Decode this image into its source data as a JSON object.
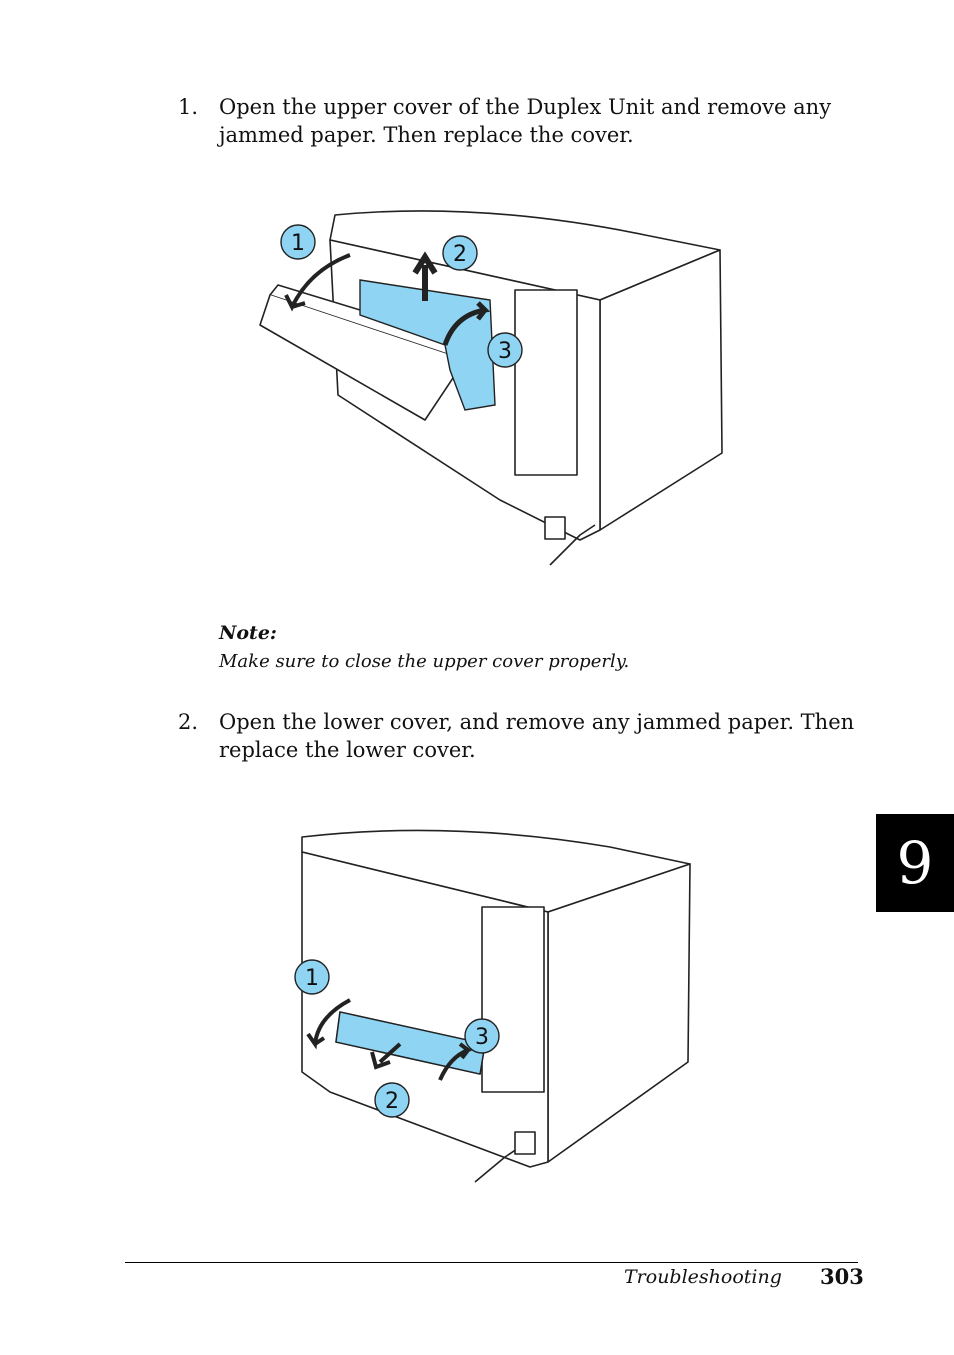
{
  "steps": [
    {
      "number": "1.",
      "text": "Open the upper cover of the Duplex Unit and remove any jammed paper. Then replace the cover."
    },
    {
      "number": "2.",
      "text": "Open the lower cover, and remove any jammed paper. Then replace the lower cover."
    }
  ],
  "note": {
    "title": "Note:",
    "body": "Make sure to close the upper cover properly."
  },
  "illustration1": {
    "callouts": [
      "1",
      "2",
      "3"
    ]
  },
  "illustration2": {
    "callouts": [
      "1",
      "2",
      "3"
    ]
  },
  "chapter_tab": "9",
  "footer": {
    "section": "Troubleshooting",
    "page_number": "303"
  },
  "colors": {
    "paper_highlight": "#8fd4f3",
    "tab_background": "#000000"
  }
}
